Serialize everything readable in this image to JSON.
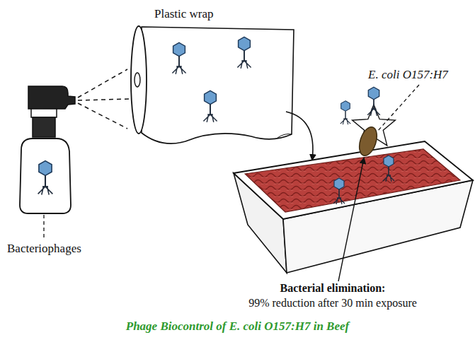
{
  "diagram": {
    "caption": "Phage Biocontrol of E. coli O157:H7 in Beef",
    "labels": [
      "Plastic wrap",
      "E. coli O157:H7",
      "Bacteriophages",
      "Bacterial elimination:",
      "99% reduction after 30 min exposure"
    ]
  }
}
